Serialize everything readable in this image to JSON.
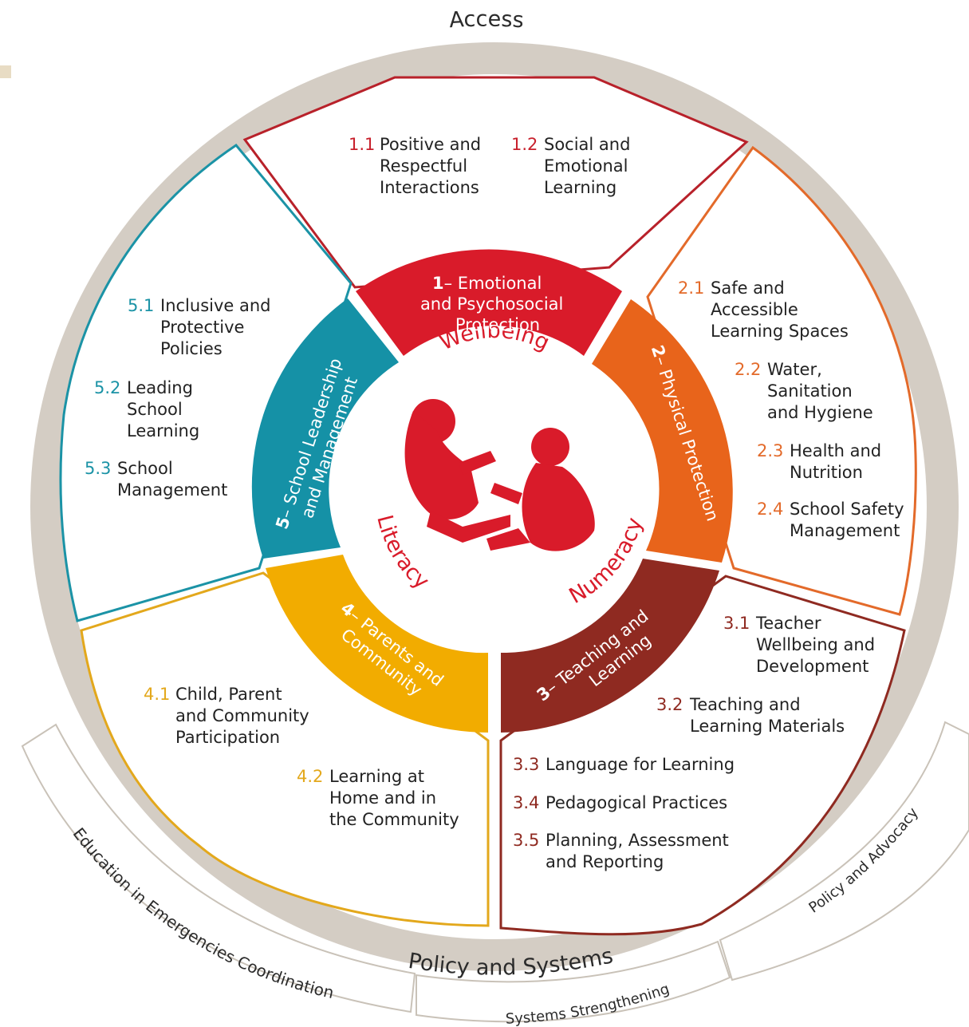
{
  "colors": {
    "red": "#d91b2a",
    "orange": "#e8641b",
    "darkred": "#8f2a21",
    "yellow": "#f2ac00",
    "teal": "#1591a6",
    "ring": "#d4cdc4",
    "ring_edge": "#bdb5aa",
    "line_red": "#b8212a",
    "line_orange": "#e36a2a",
    "line_darkred": "#8f2a21",
    "line_yellow": "#e3a81c",
    "line_teal": "#1b93a6"
  },
  "ring": {
    "top": "Access",
    "bottom": "Policy and Systems"
  },
  "tabs": {
    "left": "Education in Emergencies Coordination",
    "bottom": "Systems Strengthening",
    "right": "Policy and Advocacy"
  },
  "center": {
    "wellbeing": "Wellbeing",
    "literacy": "Literacy",
    "numeracy": "Numeracy",
    "icon": "children-reading-icon"
  },
  "domains": [
    {
      "number": "1",
      "lines": [
        "– Emotional",
        "and Psychosocial",
        "Protection"
      ]
    },
    {
      "number": "2",
      "lines": [
        "– Physical Protection"
      ]
    },
    {
      "number": "3",
      "lines": [
        "– Teaching and",
        "Learning"
      ]
    },
    {
      "number": "4",
      "lines": [
        "– Parents and",
        "Community"
      ]
    },
    {
      "number": "5",
      "lines": [
        "– School Leadership",
        "and Management"
      ]
    }
  ],
  "subdomains": {
    "d1": [
      {
        "num": "1.1",
        "lines": [
          "Positive and",
          "Respectful",
          "Interactions"
        ]
      },
      {
        "num": "1.2",
        "lines": [
          "Social and",
          "Emotional",
          "Learning"
        ]
      }
    ],
    "d2": [
      {
        "num": "2.1",
        "lines": [
          "Safe and",
          "Accessible",
          "Learning Spaces"
        ]
      },
      {
        "num": "2.2",
        "lines": [
          "Water,",
          "Sanitation",
          "and Hygiene"
        ]
      },
      {
        "num": "2.3",
        "lines": [
          "Health and",
          "Nutrition"
        ]
      },
      {
        "num": "2.4",
        "lines": [
          "School Safety",
          "Management"
        ]
      }
    ],
    "d3": [
      {
        "num": "3.1",
        "lines": [
          "Teacher",
          "Wellbeing and",
          "Development"
        ]
      },
      {
        "num": "3.2",
        "lines": [
          "Teaching and",
          "Learning Materials"
        ]
      },
      {
        "num": "3.3",
        "lines": [
          "Language for Learning"
        ]
      },
      {
        "num": "3.4",
        "lines": [
          "Pedagogical Practices"
        ]
      },
      {
        "num": "3.5",
        "lines": [
          "Planning, Assessment",
          "and Reporting"
        ]
      }
    ],
    "d4": [
      {
        "num": "4.1",
        "lines": [
          "Child, Parent",
          "and Community",
          "Participation"
        ]
      },
      {
        "num": "4.2",
        "lines": [
          "Learning at",
          "Home and in",
          "the Community"
        ]
      }
    ],
    "d5": [
      {
        "num": "5.1",
        "lines": [
          "Inclusive and",
          "Protective",
          "Policies"
        ]
      },
      {
        "num": "5.2",
        "lines": [
          "Leading",
          "School",
          "Learning"
        ]
      },
      {
        "num": "5.3",
        "lines": [
          "School",
          "Management"
        ]
      }
    ]
  }
}
